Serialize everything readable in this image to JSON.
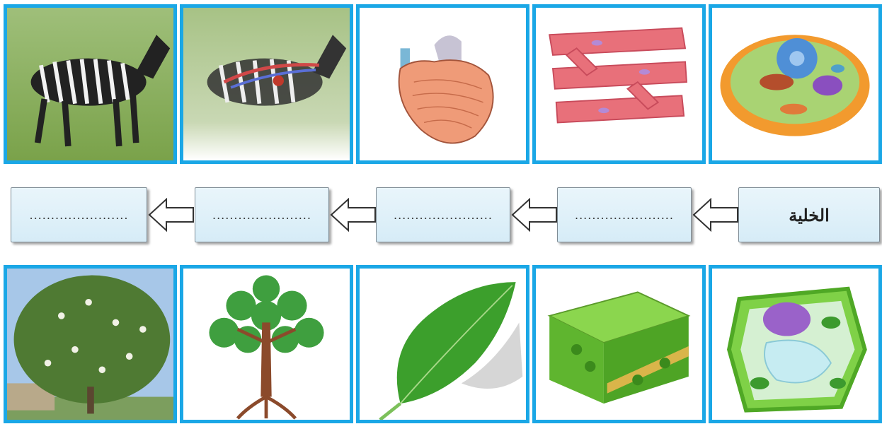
{
  "flow": {
    "boxes": [
      {
        "label": "الخلية"
      },
      {
        "label": "......................."
      },
      {
        "label": "......................."
      },
      {
        "label": "......................."
      },
      {
        "label": "......................."
      }
    ]
  },
  "top_row": [
    "zebra-photo",
    "zebra-circulatory-photo",
    "heart-illustration",
    "cardiac-muscle-tissue",
    "animal-cell"
  ],
  "bottom_row": [
    "flowering-tree-photo",
    "tree-illustration",
    "leaf",
    "leaf-tissue",
    "plant-cell"
  ],
  "colors": {
    "tile_border": "#1aa7e6",
    "box_fill": "#dcefF8"
  }
}
